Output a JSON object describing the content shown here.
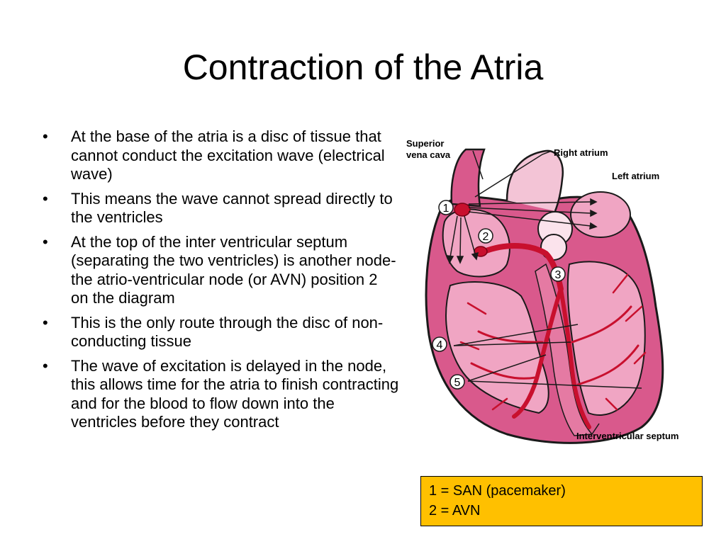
{
  "slide": {
    "title": "Contraction of the Atria",
    "bullets": [
      "At the base of the atria is a disc of tissue that cannot conduct the excitation wave (electrical wave)",
      "This means the wave  cannot spread directly to the ventricles",
      "At the top of the inter ventricular septum (separating the two ventricles) is another node- the atrio-ventricular node (or AVN) position 2 on the diagram",
      "This is the only route through the disc of non-conducting tissue",
      "The wave of excitation is delayed in the node, this allows time for the atria to finish contracting and for the blood to flow down into the ventricles before they contract"
    ]
  },
  "diagram": {
    "labels": {
      "superior_vena_cava_line1": "Superior",
      "superior_vena_cava_line2": "vena cava",
      "right_atrium": "Right atrium",
      "left_atrium": "Left atrium",
      "interventricular_septum": "Interventricular septum"
    },
    "markers": [
      "1",
      "2",
      "3",
      "4",
      "5"
    ],
    "colors": {
      "heart_fill": "#d9598c",
      "chamber_fill": "#f0a5c3",
      "conduction": "#c8102e",
      "outline": "#1a1a1a"
    }
  },
  "legend": {
    "line1": "1 = SAN (pacemaker)",
    "line2": "2 = AVN",
    "background": "#ffc000"
  }
}
